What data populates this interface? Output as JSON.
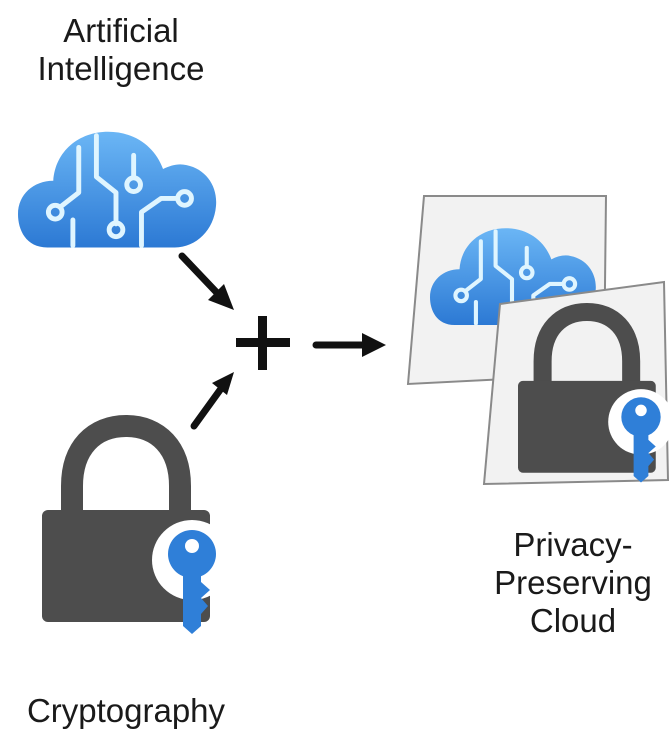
{
  "labels": {
    "ai_line1": "Artificial",
    "ai_line2": "Intelligence",
    "crypto": "Cryptography",
    "ppc_line1": "Privacy-",
    "ppc_line2": "Preserving",
    "ppc_line3": "Cloud"
  },
  "icons": {
    "ai": "ai-cloud-circuit-icon",
    "crypto": "padlock-key-icon",
    "plus": "plus-icon",
    "arrow": "arrow-icon"
  },
  "colors": {
    "cloud_top": "#5aa9f0",
    "cloud_bottom": "#2f7fd8",
    "circuit": "#d8f3ff",
    "lock_body": "#4a4a4a",
    "key": "#2f7fd8",
    "card_bg": "#f2f2f2",
    "card_border": "#7a7a7a",
    "arrow": "#111111"
  }
}
